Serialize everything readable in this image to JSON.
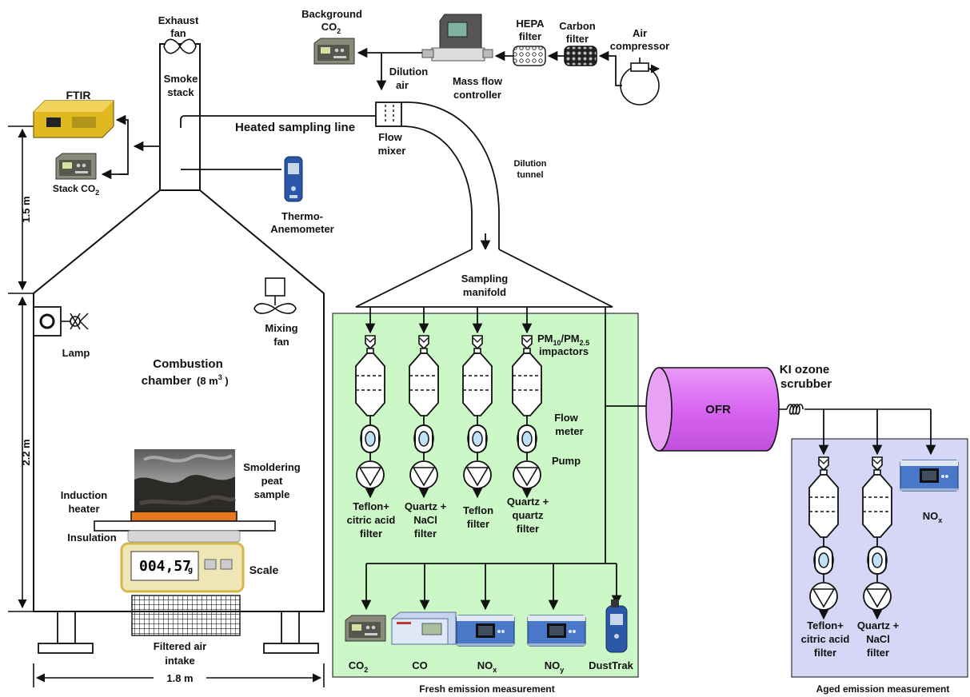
{
  "top": {
    "exhaust_fan": [
      "Exhaust",
      "fan"
    ],
    "background_co2": "Background",
    "background_co2_sub": "CO",
    "hepa_filter": [
      "HEPA",
      "filter"
    ],
    "carbon_filter": [
      "Carbon",
      "filter"
    ],
    "air_compressor": [
      "Air",
      "compressor"
    ],
    "dilution_air": [
      "Dilution",
      "air"
    ],
    "mass_flow_controller": [
      "Mass flow",
      "controller"
    ],
    "smoke_stack": [
      "Smoke",
      "stack"
    ],
    "ftir": "FTIR",
    "heated_sampling_line": "Heated sampling line",
    "flow_mixer": [
      "Flow",
      "mixer"
    ],
    "dilution_tunnel": [
      "Dilution",
      "tunnel"
    ],
    "stack_co2": "Stack CO",
    "thermo_anemometer": [
      "Thermo-",
      "Anemometer"
    ],
    "sampling_manifold": [
      "Sampling",
      "manifold"
    ]
  },
  "chamber": {
    "height_upper": "1.5 m",
    "height_lower": "2.2 m",
    "width": "1.8 m",
    "lamp": "Lamp",
    "mixing_fan": [
      "Mixing",
      "fan"
    ],
    "combustion_chamber_1": "Combustion",
    "combustion_chamber_2": "chamber",
    "chamber_volume": "(8 m",
    "chamber_volume_sup": "3",
    "chamber_volume_end": " )",
    "smoldering_peat_sample": [
      "Smoldering",
      "peat",
      "sample"
    ],
    "induction_heater": [
      "Induction",
      "heater"
    ],
    "insulation": "Insulation",
    "scale_reading": "004,57",
    "scale_unit": "g",
    "scale": "Scale",
    "filtered_air_intake": [
      "Filtered air",
      "intake"
    ]
  },
  "fresh": {
    "impactors": "PM",
    "impactors_sub1": "10",
    "impactors_mid": "/PM",
    "impactors_sub2": "2.5",
    "impactors_line2": "impactors",
    "flow_meter": [
      "Flow",
      "meter"
    ],
    "pump": "Pump",
    "filters": [
      [
        "Teflon+",
        "citric acid",
        "filter"
      ],
      [
        "Quartz +",
        "NaCl",
        "filter"
      ],
      [
        "Teflon",
        "filter"
      ],
      [
        "Quartz +",
        "quartz",
        "filter"
      ]
    ],
    "instruments": [
      "CO",
      "CO",
      "NO",
      "NO",
      "DustTrak"
    ],
    "instrument_subs": [
      "2",
      "",
      "x",
      "y",
      ""
    ],
    "caption": "Fresh emission measurement"
  },
  "aged": {
    "ki_ozone_scrubber": [
      "KI ozone",
      "scrubber"
    ],
    "ofr": "OFR",
    "filters": [
      [
        "Teflon+",
        "citric acid",
        "filter"
      ],
      [
        "Quartz +",
        "NaCl",
        "filter"
      ]
    ],
    "nox": "NO",
    "nox_sub": "x",
    "caption": "Aged emission measurement"
  },
  "colors": {
    "fresh_panel": "#ccf7c6",
    "aged_panel": "#d6d6f7",
    "ofr": "#d966f2",
    "heater": "#e8781e",
    "scale_body": "#eee6b4",
    "ftir_body": "#e0b820",
    "monitor": "#4a78c8"
  }
}
